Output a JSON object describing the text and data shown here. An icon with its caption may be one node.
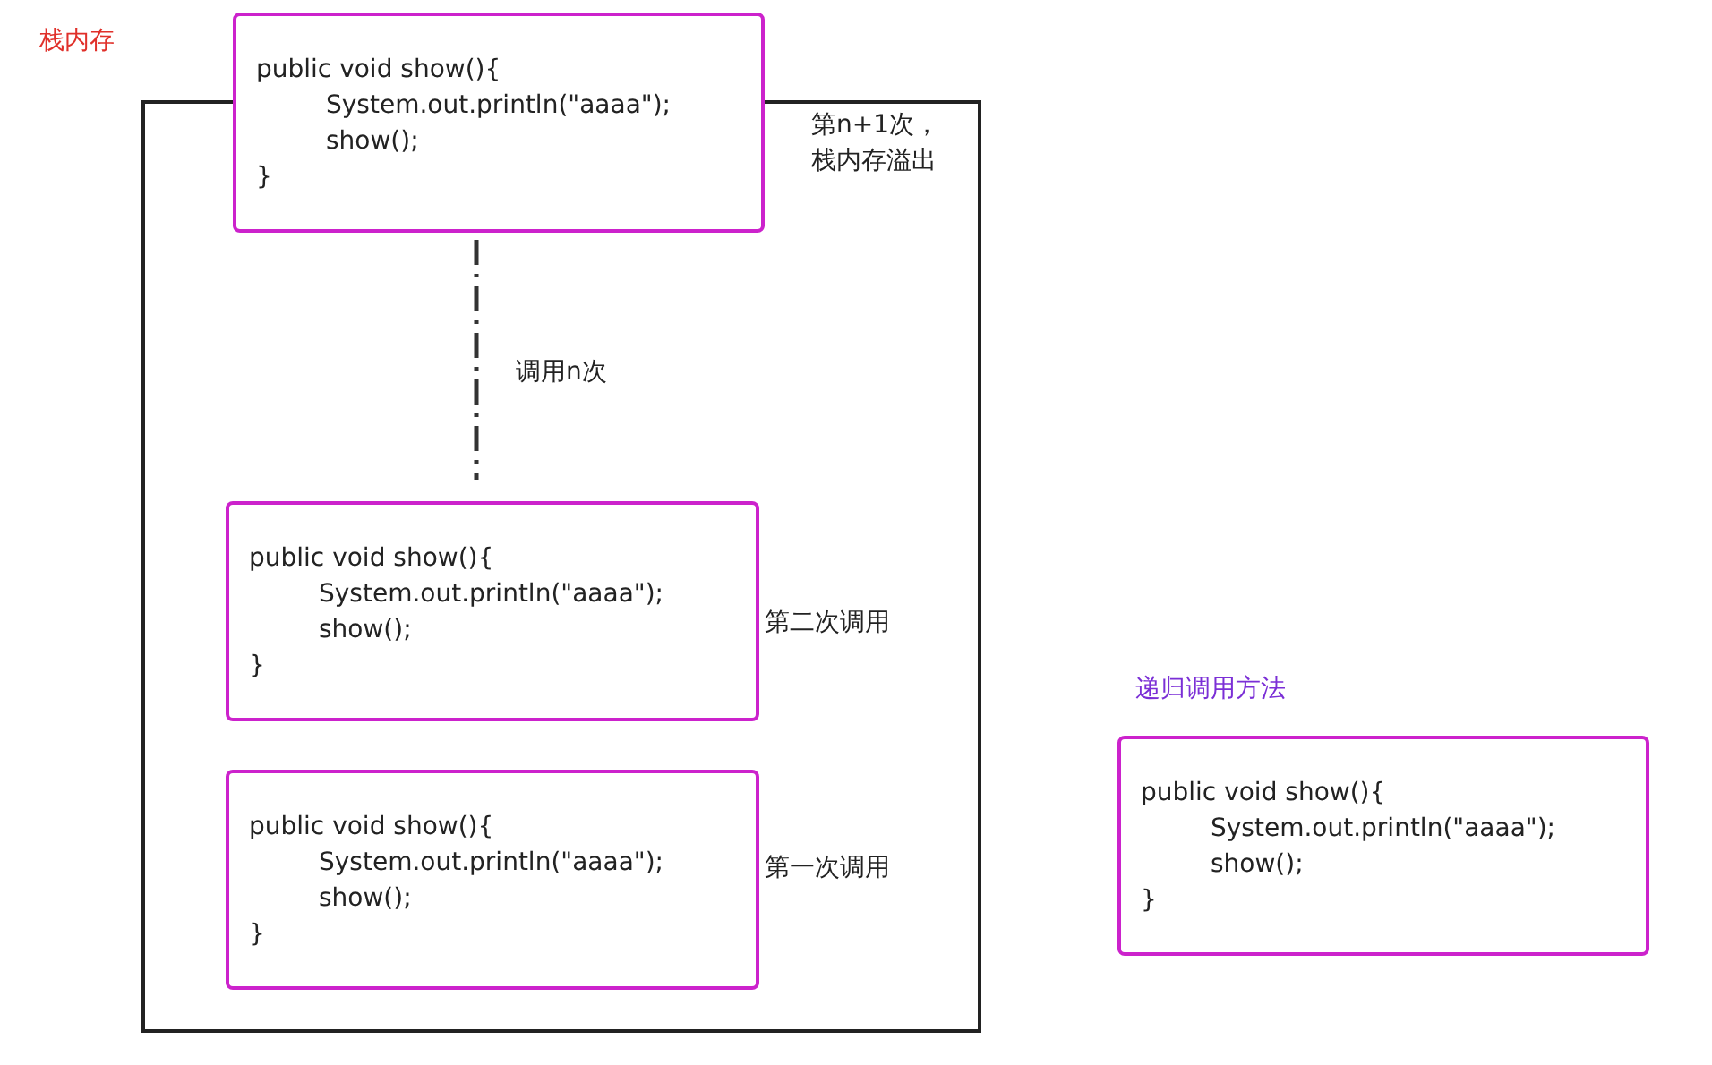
{
  "diagram": {
    "nodes": [
      {
        "text": [
          "栈内存"
        ]
      },
      {
        "text": [
          "public void show(){",
          "System.out.println(\"aaaa\");",
          "show();",
          "}"
        ],
        "beside": [
          "第n+1次，栈内存溢出"
        ]
      },
      {
        "text": [
          "public void show(){",
          "System.out.println(\"aaaa\");",
          "show();",
          "}"
        ],
        "in": 0,
        "beside": [
          "第二次调用"
        ]
      },
      {
        "text": [
          "public void show(){",
          "System.out.println(\"aaaa\");",
          "show();",
          "}"
        ],
        "in": 0,
        "beside": [
          "第一次调用"
        ]
      },
      {
        "text": [
          "递归调用方法",
          "public void show(){",
          "System.out.println(\"aaaa\");",
          "show();",
          "}"
        ]
      }
    ],
    "edges": [
      {
        "from": 1,
        "to": 2,
        "arrow": "none",
        "style": "dashed",
        "label": "调用n次"
      }
    ]
  }
}
